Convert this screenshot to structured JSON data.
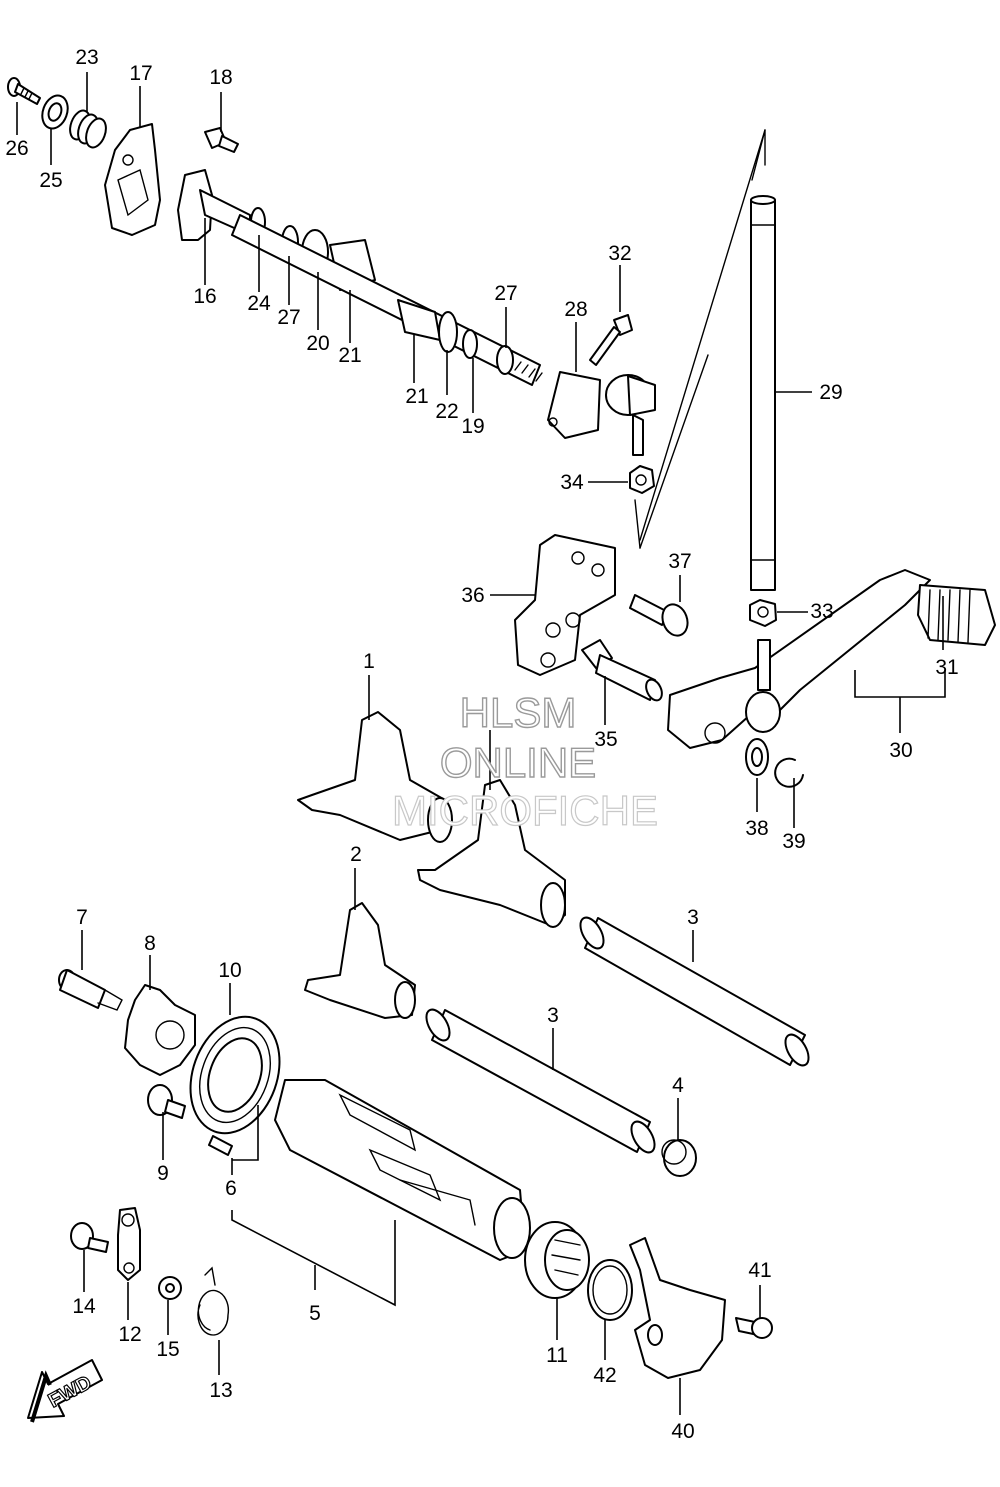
{
  "callouts": {
    "p1": "1",
    "p2": "2",
    "p3a": "3",
    "p3b": "3",
    "p4": "4",
    "p5": "5",
    "p6": "6",
    "p7": "7",
    "p8": "8",
    "p9": "9",
    "p10": "10",
    "p11": "11",
    "p12": "12",
    "p13": "13",
    "p14": "14",
    "p15": "15",
    "p16": "16",
    "p17": "17",
    "p18": "18",
    "p19": "19",
    "p20": "20",
    "p21a": "21",
    "p21b": "21",
    "p22": "22",
    "p23": "23",
    "p24": "24",
    "p25": "25",
    "p26": "26",
    "p27a": "27",
    "p27b": "27",
    "p28": "28",
    "p29": "29",
    "p30": "30",
    "p31": "31",
    "p32": "32",
    "p33": "33",
    "p34": "34",
    "p35": "35",
    "p36": "36",
    "p37": "37",
    "p38": "38",
    "p39": "39",
    "p40": "40",
    "p41": "41",
    "p42": "42"
  },
  "watermark": {
    "line1": "HLSM",
    "line2": "ONLINE",
    "line3": "MICROFICHE"
  },
  "direction_arrow": {
    "label": "FWD"
  }
}
